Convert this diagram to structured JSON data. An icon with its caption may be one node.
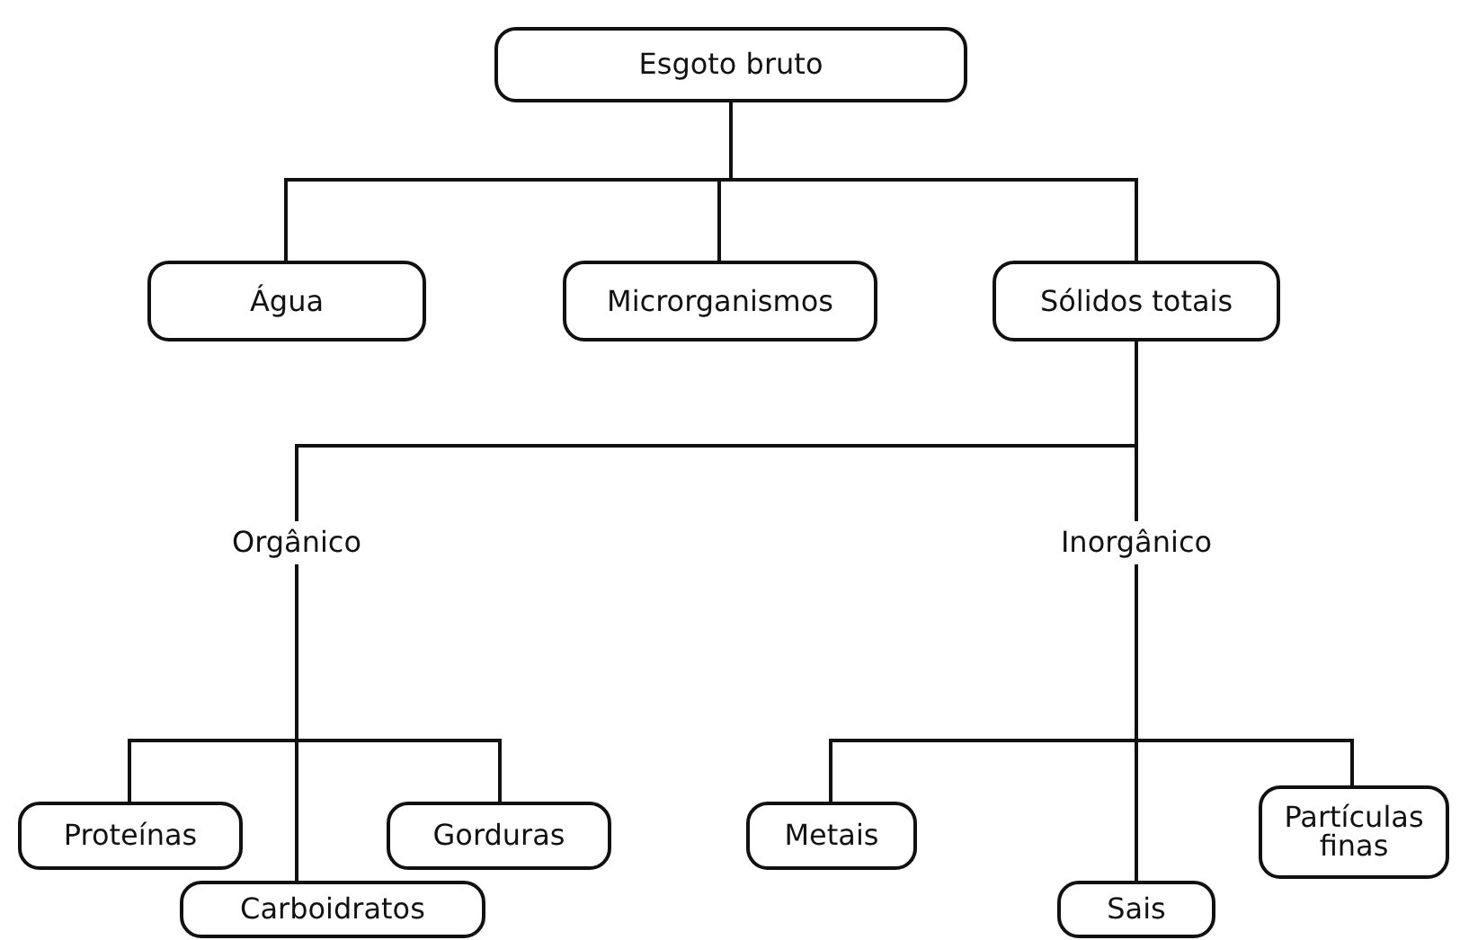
{
  "diagram": {
    "nodes": [
      {
        "text": [
          "Esgoto bruto"
        ]
      },
      {
        "text": [
          "Água"
        ]
      },
      {
        "text": [
          "Microrganismos"
        ]
      },
      {
        "text": [
          "Sólidos totais"
        ]
      },
      {
        "text": [
          "Orgânico"
        ]
      },
      {
        "text": [
          "Inorgânico"
        ]
      },
      {
        "text": [
          "Proteínas"
        ]
      },
      {
        "text": [
          "Carboidratos"
        ]
      },
      {
        "text": [
          "Gorduras"
        ]
      },
      {
        "text": [
          "Metais"
        ]
      },
      {
        "text": [
          "Sais"
        ]
      },
      {
        "text": [
          "Partículas finas"
        ]
      }
    ],
    "edges": [
      {
        "from": 0,
        "to": 1,
        "arrow": "none"
      },
      {
        "from": 0,
        "to": 2,
        "arrow": "none"
      },
      {
        "from": 0,
        "to": 3,
        "arrow": "none"
      },
      {
        "from": 3,
        "to": 4,
        "arrow": "none"
      },
      {
        "from": 3,
        "to": 5,
        "arrow": "none"
      },
      {
        "from": 4,
        "to": 6,
        "arrow": "none"
      },
      {
        "from": 4,
        "to": 7,
        "arrow": "none"
      },
      {
        "from": 4,
        "to": 8,
        "arrow": "none"
      },
      {
        "from": 5,
        "to": 9,
        "arrow": "none"
      },
      {
        "from": 5,
        "to": 10,
        "arrow": "none"
      },
      {
        "from": 5,
        "to": 11,
        "arrow": "none"
      }
    ]
  }
}
